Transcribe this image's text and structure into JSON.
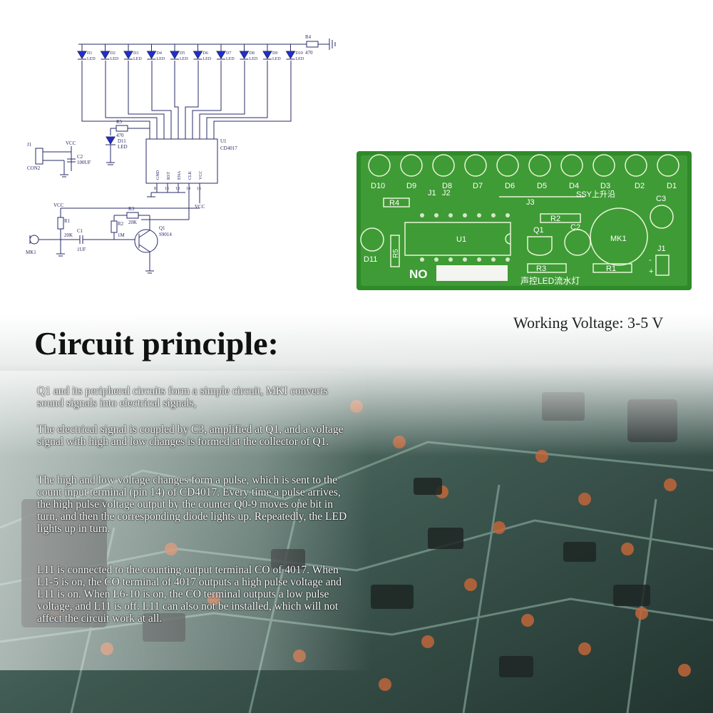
{
  "title": "Circuit principle:",
  "working_voltage": "Working Voltage: 3-5 V",
  "paragraphs": [
    "Q1 and its peripheral circuits form a simple circuit, MKI converts sound signals into electrical signals,",
    "The electrical signal is coupled by C3, amplified at Q1, and a voltage signal with high and low changes is formed at the collector of Q1.",
    "The high and low voltage changes form a pulse, which is sent to the count input terminal (pin 14) of CD4017. Every time a pulse arrives, the high pulse voltage output by the counter Q0-9 moves one bit in turn, and then the corresponding diode lights up. Repeatedly, the LED lights up in turn.",
    "L11 is connected to the counting output terminal CO of 4017. When L1-5 is on, the CO terminal of 4017 outputs a high pulse voltage and L11 is on. When L6-10 is on, the CO terminal outputs a low pulse voltage, and L11 is off. L11 can also not be installed, which will not affect the circuit work at all."
  ],
  "schematic": {
    "leds": [
      "D1",
      "D2",
      "D3",
      "D4",
      "D5",
      "D6",
      "D7",
      "D8",
      "D9",
      "D10"
    ],
    "led_suffix": "LED",
    "r4": "R4",
    "r4_value": "470",
    "r5": "R5",
    "r5_value": "470",
    "d11": "D11",
    "d11_label": "LED",
    "ic_ref": "U1",
    "ic_name": "CD4017",
    "ic_pins": [
      "GND",
      "RST",
      "ENA",
      "CLK",
      "VCC"
    ],
    "ic_pin_numbers": [
      "8",
      "15",
      "13",
      "14",
      "16"
    ],
    "vcc": "VCC",
    "j1": "J1",
    "con2": "CON2",
    "c2": "C2",
    "c2_value": "100UF",
    "r1": "R1",
    "r1_value": "20K",
    "r2": "R2",
    "r2_value": "1M",
    "r3": "R3",
    "r3_value": "20K",
    "c1": "C1",
    "c1_value": "1UF",
    "q1": "Q1",
    "q1_value": "S9014",
    "mk1": "MK1"
  },
  "pcb": {
    "leds": [
      "D10",
      "D9",
      "D8",
      "D7",
      "D6",
      "D5",
      "D4",
      "D3",
      "D2",
      "D1"
    ],
    "j1": "J1",
    "j2": "J2",
    "j3": "J3",
    "brand": "SSY上升沿",
    "c3": "C3",
    "r4": "R4",
    "r2": "R2",
    "r5": "R5",
    "r3": "R3",
    "r1": "R1",
    "u1": "U1",
    "q1": "Q1",
    "c2": "C2",
    "mk1": "MK1",
    "d11": "D11",
    "no": "NO",
    "product": "声控LED流水灯",
    "plus": "+",
    "minus": "-"
  },
  "colors": {
    "pcb_green": "#2f8a2a",
    "pcb_light": "#6cbf4a",
    "schematic_line": "#2a2a6a",
    "led_blue": "#1f2fd0"
  }
}
